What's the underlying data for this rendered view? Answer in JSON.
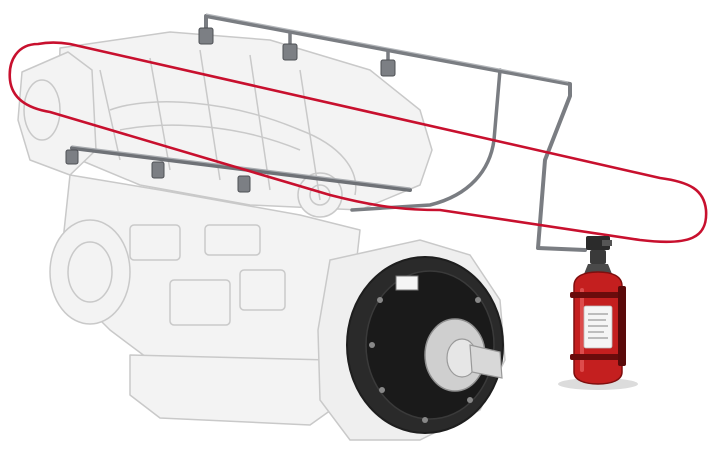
{
  "diagram": {
    "subject": "engine-fire-suppression-system",
    "components": [
      {
        "id": "engine-block",
        "kind": "engine"
      },
      {
        "id": "flywheel-housing",
        "kind": "housing"
      },
      {
        "id": "detection-tube",
        "kind": "tube"
      },
      {
        "id": "upper-distribution-pipe",
        "kind": "pipe"
      },
      {
        "id": "lower-distribution-pipe",
        "kind": "pipe"
      },
      {
        "id": "fire-extinguisher-cylinder",
        "kind": "cylinder"
      },
      {
        "id": "valve-head",
        "kind": "valve"
      }
    ],
    "nozzle_count_upper": 3,
    "nozzle_count_lower": 3
  },
  "colors": {
    "detection_tube": "#c8102e",
    "pipe": "#8a8d90",
    "pipe_dark": "#5e6166",
    "engine_fill": "#f3f3f3",
    "engine_line": "#c9c9c9",
    "housing_dark": "#1e1e1e",
    "cylinder": "#c41f1f",
    "cylinder_dark": "#7e0e0e",
    "label_white": "#f5f5f5"
  }
}
